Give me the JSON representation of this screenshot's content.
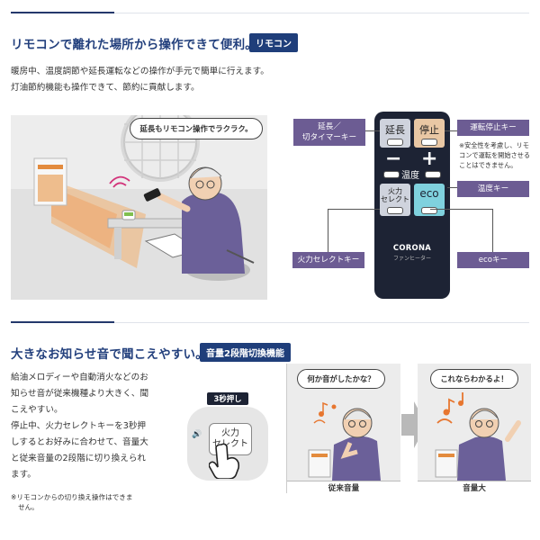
{
  "section1": {
    "heading": "リモコンで離れた場所から操作できて便利。",
    "tag": "リモコン",
    "body_lines": [
      "暖房中、温度調節や延長運転などの操作が手元で簡単に行えます。",
      "灯油節約機能も操作できて、節約に貢献します。"
    ],
    "bubble": "延長もリモコン操作でラクラク。",
    "remote": {
      "btn_extend": "延長",
      "btn_stop": "停止",
      "minus": "−",
      "plus": "+",
      "temp": "温度",
      "fire_line1": "火力",
      "fire_line2": "セレクト",
      "eco": "eco",
      "brand": "CORONA",
      "sub": "ファンヒーター"
    },
    "labels": {
      "extend_line1": "延長／",
      "extend_line2": "切タイマーキー",
      "stop": "運転停止キー",
      "stop_note": "※安全性を考慮し、リモコンで運転を開始させることはできません。",
      "temp": "温度キー",
      "fire": "火力セレクトキー",
      "eco": "ecoキー"
    }
  },
  "section2": {
    "heading": "大きなお知らせ音で聞こえやすい。",
    "tag": "音量2段階切換機能",
    "body_lines": [
      "給油メロディーや自動消火などのお",
      "知らせ音が従来機種より大きく、聞",
      "こえやすい。",
      "停止中、火力セレクトキーを3秒押",
      "しするとお好みに合わせて、音量大",
      "と従来音量の2段階に切り換えられ",
      "ます。"
    ],
    "note_lines": [
      "※リモコンからの切り換え操作はできま",
      "せん。"
    ],
    "press_badge": "3秒押し",
    "key_line1": "火力",
    "key_line2": "セレクト",
    "panel_left": {
      "bubble": "何か音がしたかな？",
      "caption": "従来音量"
    },
    "panel_right": {
      "bubble": "これならわかるよ！",
      "caption": "音量大"
    }
  },
  "colors": {
    "navy": "#1f3e7a",
    "purple": "#6c5c93",
    "remote_body": "#1d2334",
    "extend_key": "#cfd3dd",
    "stop_key": "#e9c7a4",
    "eco_key": "#7fd1de"
  }
}
